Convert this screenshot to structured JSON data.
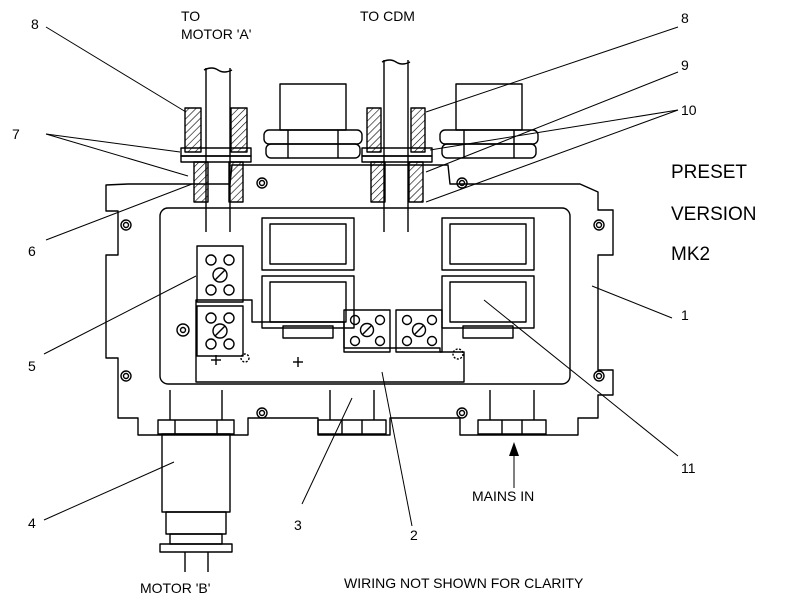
{
  "diagram": {
    "heading_left_line1": "TO",
    "heading_left_line2": "MOTOR 'A'",
    "heading_center": "TO CDM",
    "version_line1": "PRESET",
    "version_line2": "VERSION",
    "version_line3": "MK2",
    "mains_in": "MAINS IN",
    "motor_b": "MOTOR 'B'",
    "footnote": "WIRING NOT SHOWN FOR CLARITY",
    "callouts": {
      "n1": "1",
      "n2": "2",
      "n3": "3",
      "n4": "4",
      "n5": "5",
      "n6": "6",
      "n7": "7",
      "n8_left": "8",
      "n8_right": "8",
      "n9": "9",
      "n10": "10",
      "n11": "11"
    }
  }
}
